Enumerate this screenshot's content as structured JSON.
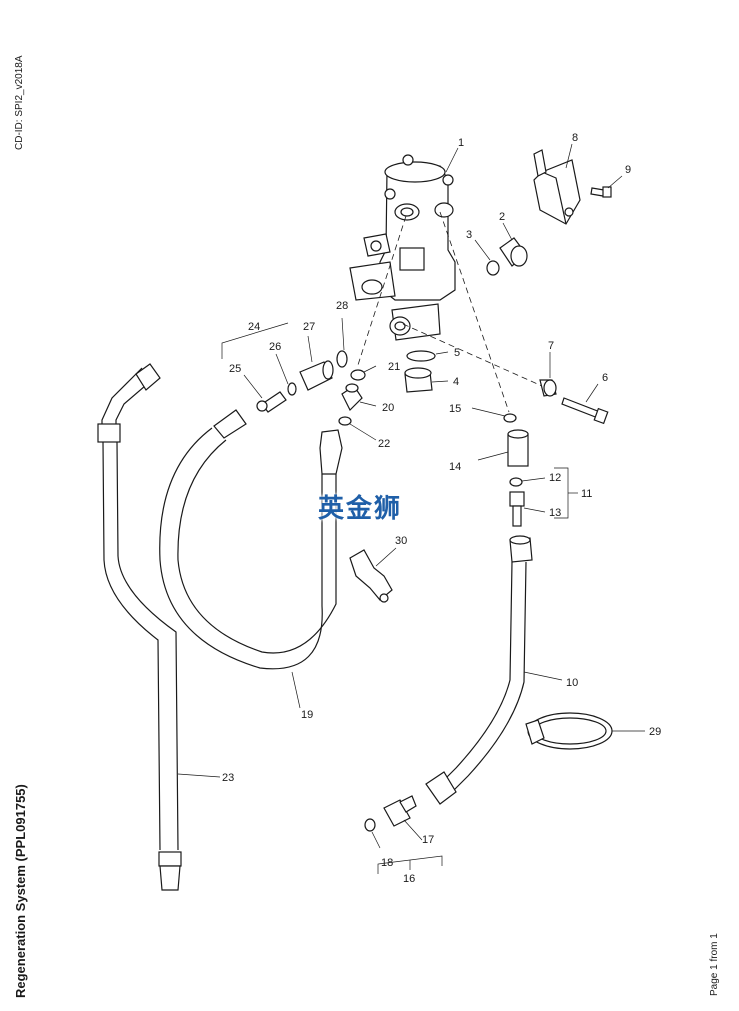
{
  "document": {
    "cd_id": "CD-ID: SPI2_v2018A",
    "title": "Regeneration System (PPL091755)",
    "page_info": "Page 1 from 1",
    "watermark": "英金狮"
  },
  "callouts": [
    "1",
    "2",
    "3",
    "4",
    "5",
    "6",
    "7",
    "8",
    "9",
    "10",
    "11",
    "12",
    "13",
    "14",
    "15",
    "16",
    "17",
    "18",
    "19",
    "20",
    "21",
    "22",
    "23",
    "24",
    "25",
    "26",
    "27",
    "28",
    "29",
    "30"
  ]
}
